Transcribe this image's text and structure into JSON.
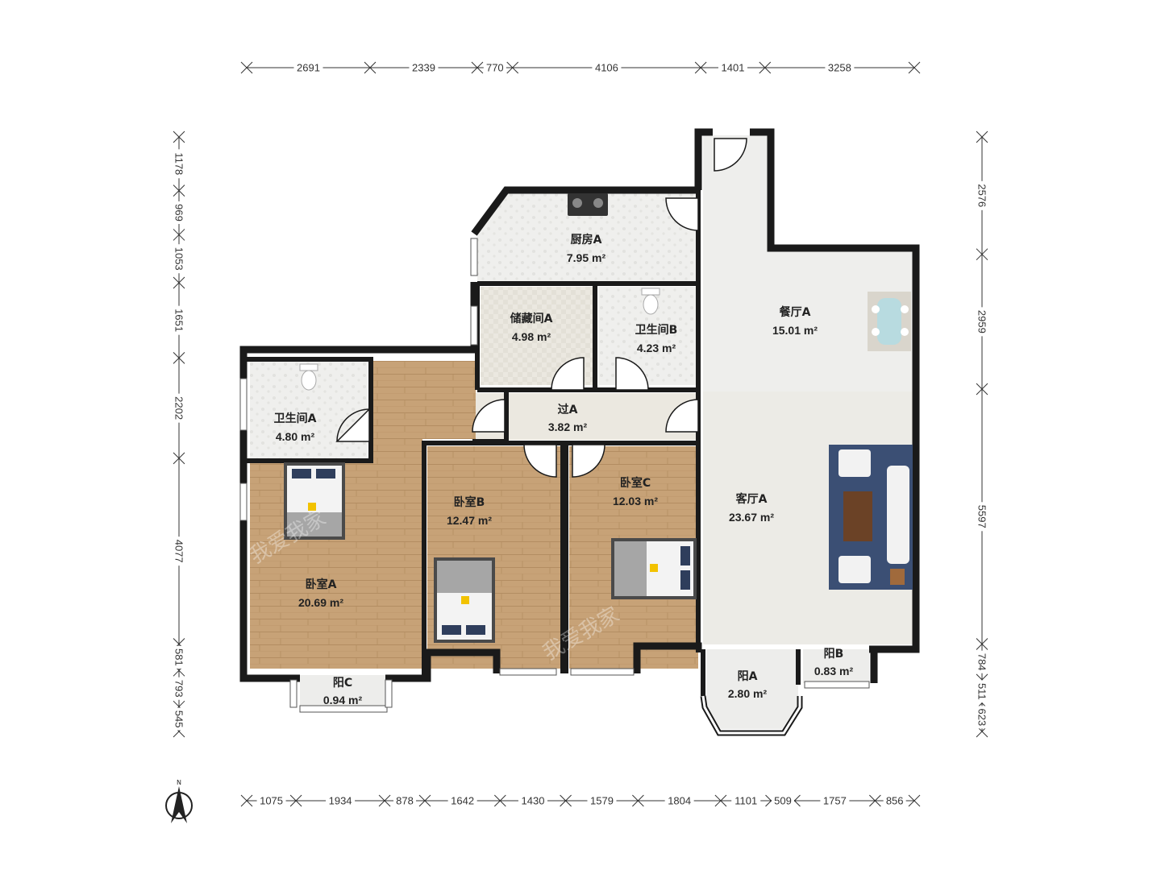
{
  "rooms": {
    "kitchen": {
      "name": "厨房A",
      "area": "7.95 m²"
    },
    "storage": {
      "name": "储藏间A",
      "area": "4.98 m²"
    },
    "bath_b": {
      "name": "卫生间B",
      "area": "4.23 m²"
    },
    "dining": {
      "name": "餐厅A",
      "area": "15.01 m²"
    },
    "bath_a": {
      "name": "卫生间A",
      "area": "4.80 m²"
    },
    "hall": {
      "name": "过A",
      "area": "3.82 m²"
    },
    "bed_b": {
      "name": "卧室B",
      "area": "12.47 m²"
    },
    "bed_c": {
      "name": "卧室C",
      "area": "12.03 m²"
    },
    "living": {
      "name": "客厅A",
      "area": "23.67 m²"
    },
    "bed_a": {
      "name": "卧室A",
      "area": "20.69 m²"
    },
    "balcony_c": {
      "name": "阳C",
      "area": "0.94 m²"
    },
    "balcony_a": {
      "name": "阳A",
      "area": "2.80 m²"
    },
    "balcony_b": {
      "name": "阳B",
      "area": "0.83 m²"
    }
  },
  "dimensions": {
    "top": [
      "2691",
      "2339",
      "770",
      "4106",
      "1401",
      "3258"
    ],
    "bottom": [
      "1075",
      "1934",
      "878",
      "1642",
      "1430",
      "1579",
      "1804",
      "1101",
      "509",
      "1757",
      "856"
    ],
    "left": [
      "1178",
      "969",
      "1053",
      "1651",
      "2202",
      "4077",
      "581",
      "793",
      "545"
    ],
    "right": [
      "2576",
      "2959",
      "5597",
      "784",
      "511",
      "623"
    ]
  },
  "compass": {
    "label": "N"
  },
  "watermark": {
    "text": "我爱我家"
  },
  "colors": {
    "wall": "#1a1a1a",
    "wood": "#c8a47a",
    "tile": "#eeeeec",
    "light_floor": "#ededeb",
    "dim_line": "#333333"
  }
}
